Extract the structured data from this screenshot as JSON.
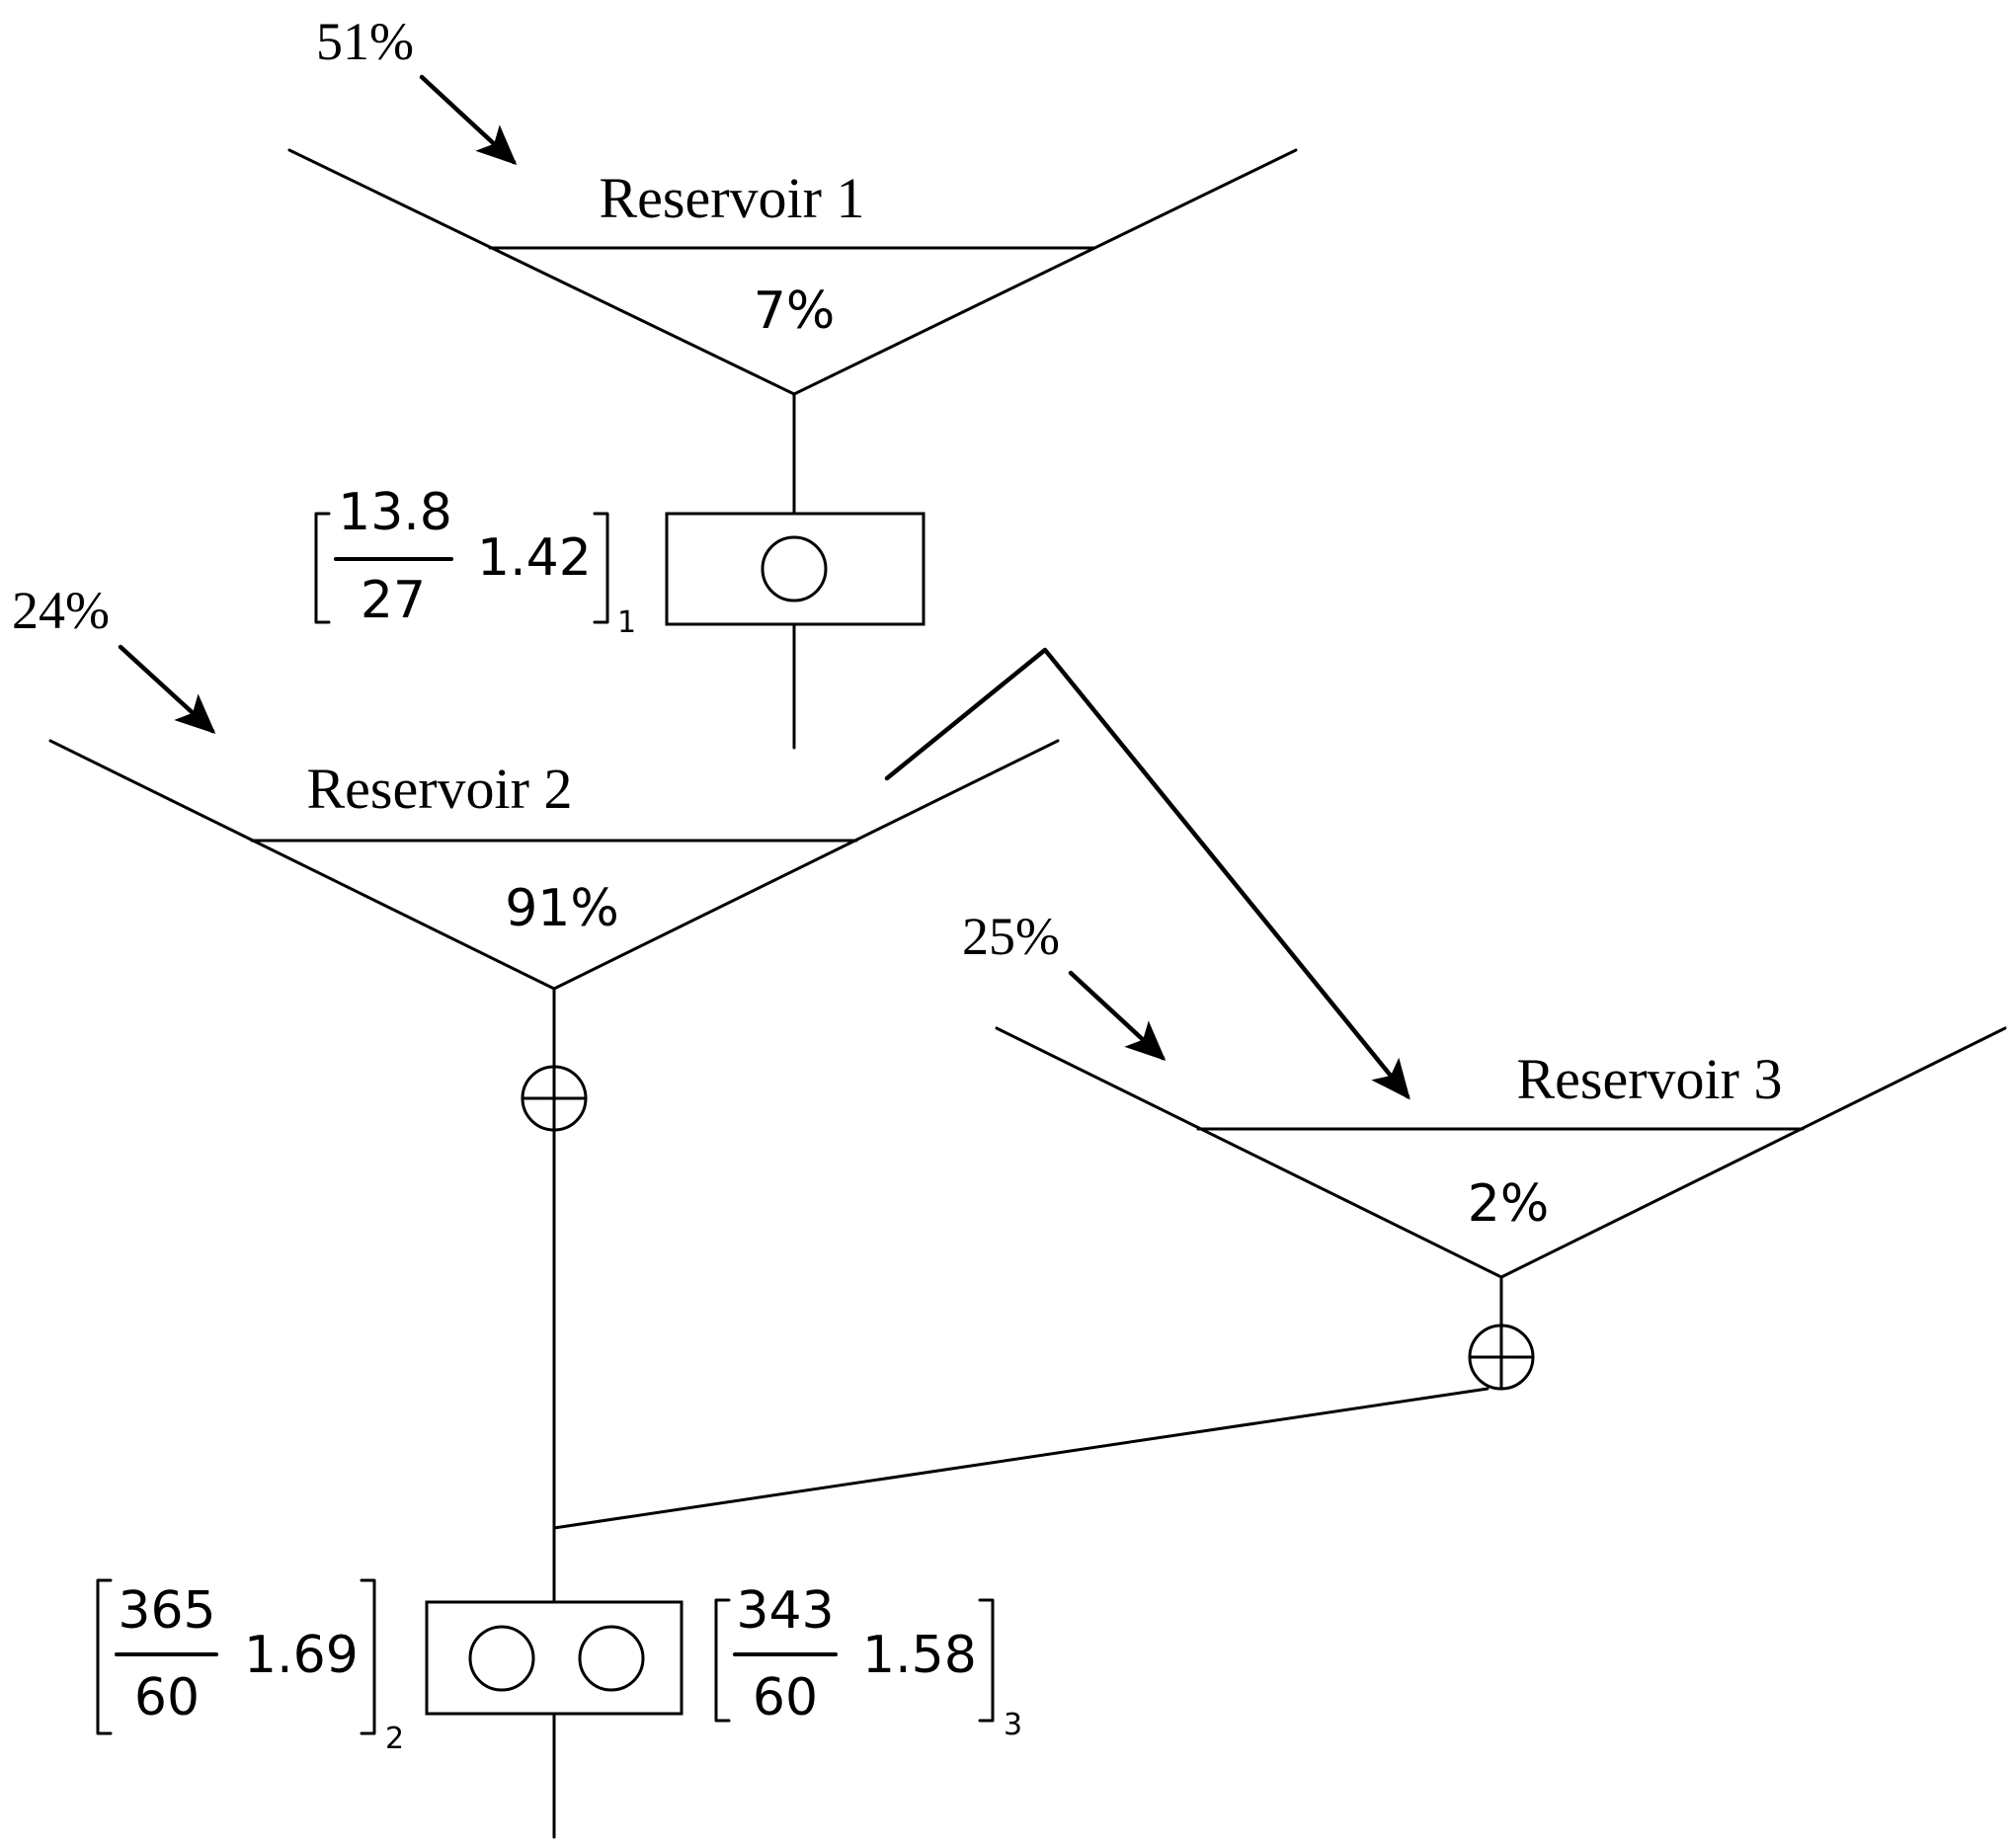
{
  "reservoirs": [
    {
      "name": "Reservoir 1",
      "level": "7%",
      "inflow": "51%"
    },
    {
      "name": "Reservoir 2",
      "level": "91%",
      "inflow": "24%"
    },
    {
      "name": "Reservoir 3",
      "level": "2%",
      "inflow": "25%"
    }
  ],
  "units": [
    {
      "numerator": "13.8",
      "denominator": "27",
      "factor": "1.42",
      "index": "1"
    },
    {
      "numerator": "365",
      "denominator": "60",
      "factor": "1.69",
      "index": "2"
    },
    {
      "numerator": "343",
      "denominator": "60",
      "factor": "1.58",
      "index": "3"
    }
  ],
  "colors": {
    "line": "#000000",
    "background": "#ffffff"
  }
}
